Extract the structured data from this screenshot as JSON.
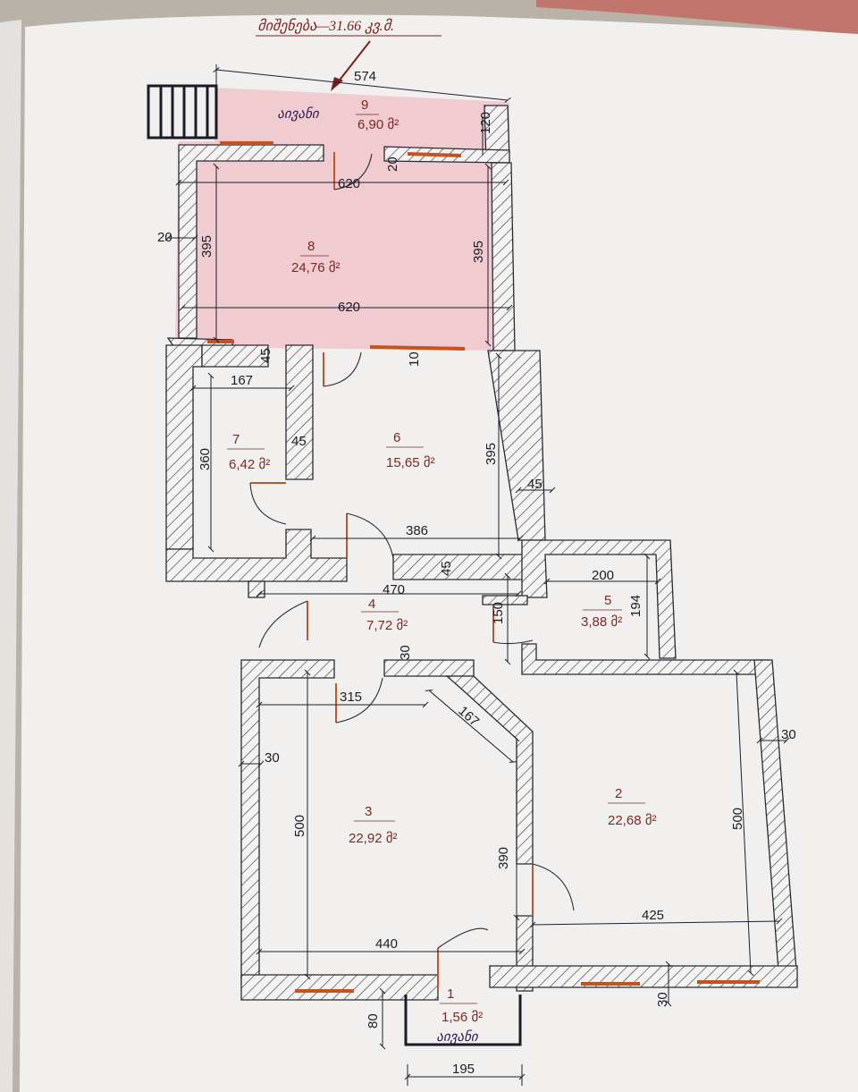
{
  "title": "მიშენება—31.66 კვ.მ.",
  "area_unit": "მ²",
  "rooms": [
    {
      "number": "1",
      "area": "1,56",
      "label": "აივანი"
    },
    {
      "number": "2",
      "area": "22,68"
    },
    {
      "number": "3",
      "area": "22,92"
    },
    {
      "number": "4",
      "area": "7,72"
    },
    {
      "number": "5",
      "area": "3,88"
    },
    {
      "number": "6",
      "area": "15,65"
    },
    {
      "number": "7",
      "area": "6,42"
    },
    {
      "number": "8",
      "area": "24,76"
    },
    {
      "number": "9",
      "area": "6,90",
      "label": "აივანი"
    }
  ],
  "dimensions": {
    "d574": "574",
    "d120": "120",
    "d20a": "20",
    "d20b": "20",
    "d620a": "620",
    "d620b": "620",
    "d395a": "395",
    "d395b": "395",
    "d45a": "45",
    "d10": "10",
    "d167a": "167",
    "d360": "360",
    "d45b": "45",
    "d395c": "395",
    "d45c": "45",
    "d386": "386",
    "d45d": "45",
    "d470": "470",
    "d200": "200",
    "d194": "194",
    "d150": "150",
    "d30a": "30",
    "d315": "315",
    "d167b": "167",
    "d30b": "30",
    "d30c": "30",
    "d500a": "500",
    "d500b": "500",
    "d390": "390",
    "d425": "425",
    "d440": "440",
    "d30d": "30",
    "d80": "80",
    "d195": "195"
  },
  "colors": {
    "paper": "#f1f0ee",
    "extension_fill": "#f0c8cc",
    "window": "#c4541f",
    "room_text": "#7a2a22",
    "title_text": "#7a1e1e"
  }
}
